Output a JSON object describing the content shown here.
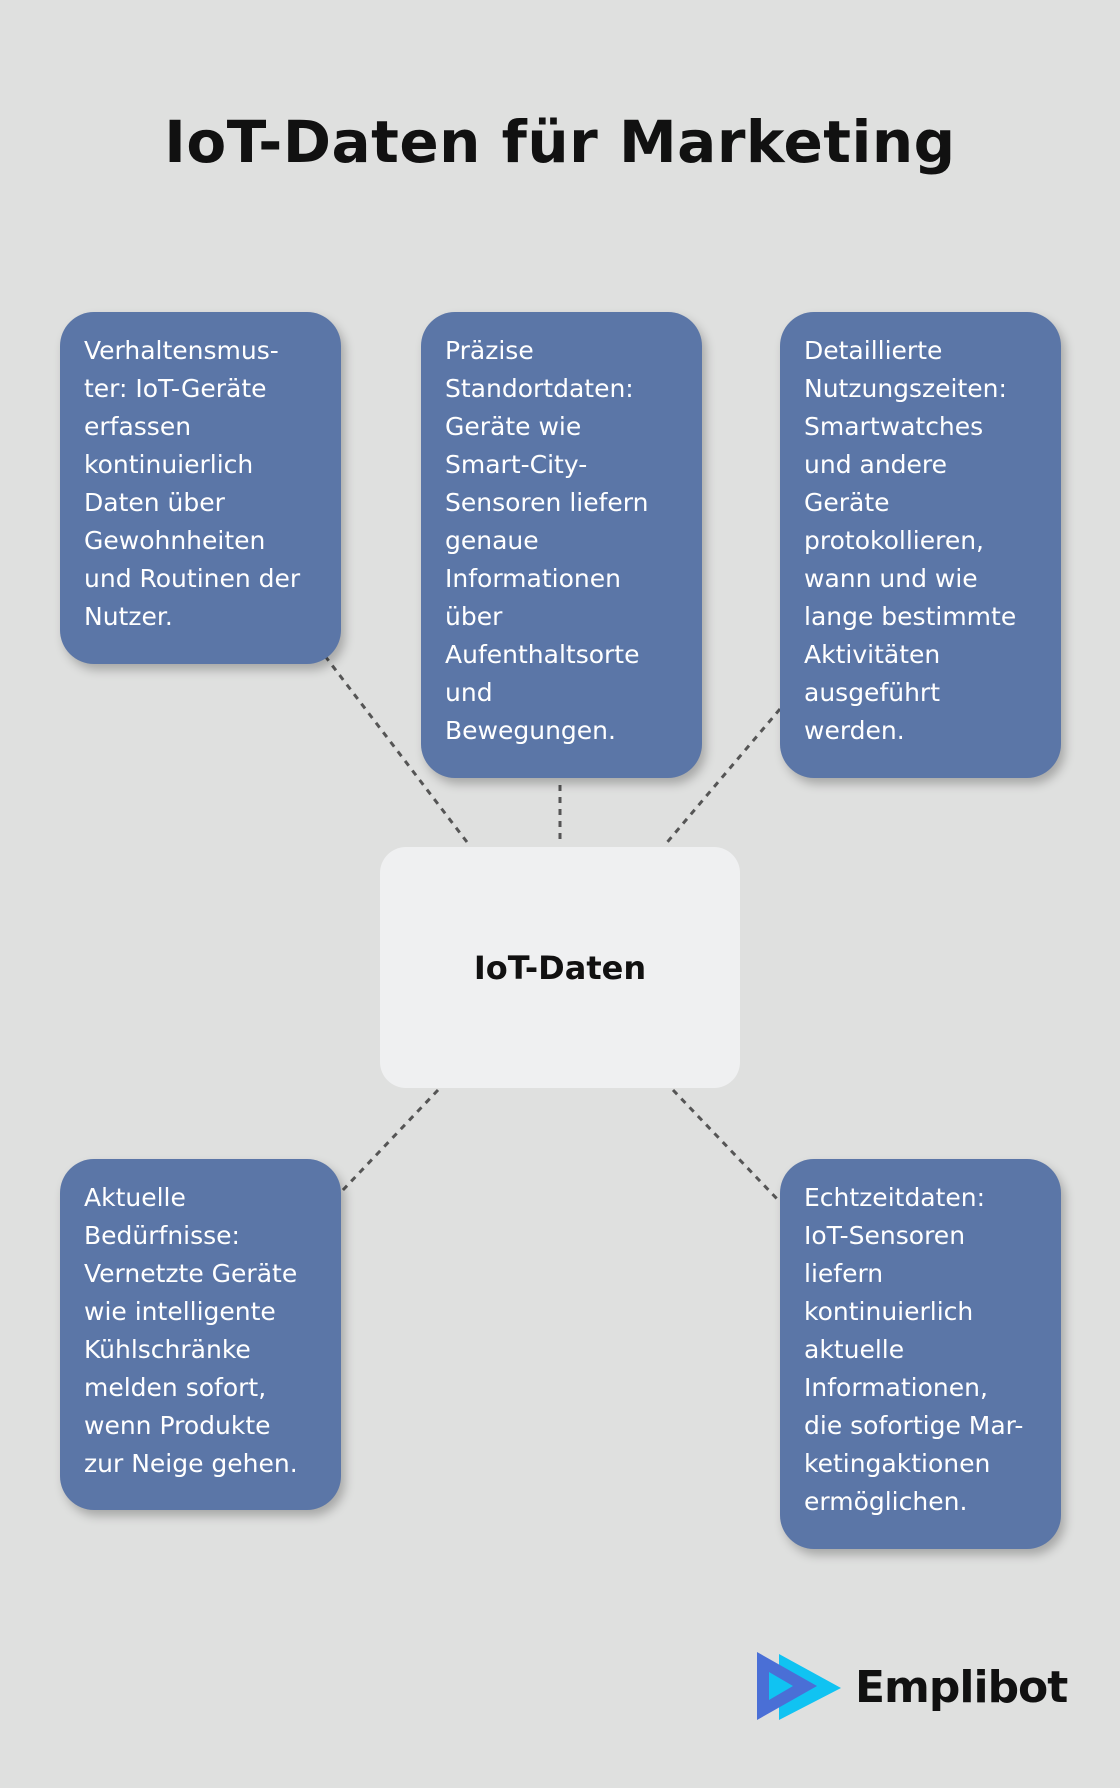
{
  "title": "IoT-Daten für Marketing",
  "center": "IoT-Daten",
  "boxes": [
    {
      "text": "Verhaltensmus-\nter: IoT-Geräte\nerfassen\nkontinuierlich\nDaten über\nGewohnheiten\nund Routinen der\nNutzer."
    },
    {
      "text": "Präzise\nStandortdaten:\nGeräte wie\nSmart-City-\nSensoren liefern\ngenaue\nInformationen\nüber\nAufenthaltsorte\nund\nBewegungen."
    },
    {
      "text": "Detaillierte\nNutzungszeiten:\nSmartwatches\nund andere\nGeräte\nprotokollieren,\nwann und wie\nlange bestimmte\nAktivitäten\nausgeführt\nwerden."
    },
    {
      "text": "Aktuelle\nBedürfnisse:\nVernetzte Geräte\nwie intelligente\nKühlschränke\nmelden sofort,\nwenn Produkte\nzur Neige gehen."
    },
    {
      "text": "Echtzeitdaten:\nIoT-Sensoren\nliefern\nkontinuierlich\naktuelle\nInformationen,\ndie sofortige Mar-\nketingaktionen\nermöglichen."
    }
  ],
  "logo": {
    "text": "Emplibot"
  },
  "colors": {
    "box": "#5b76a7",
    "center": "#eff0f1",
    "background": "#dfe0df",
    "logo_dark": "#4a6fd6",
    "logo_light": "#10c3f2"
  }
}
